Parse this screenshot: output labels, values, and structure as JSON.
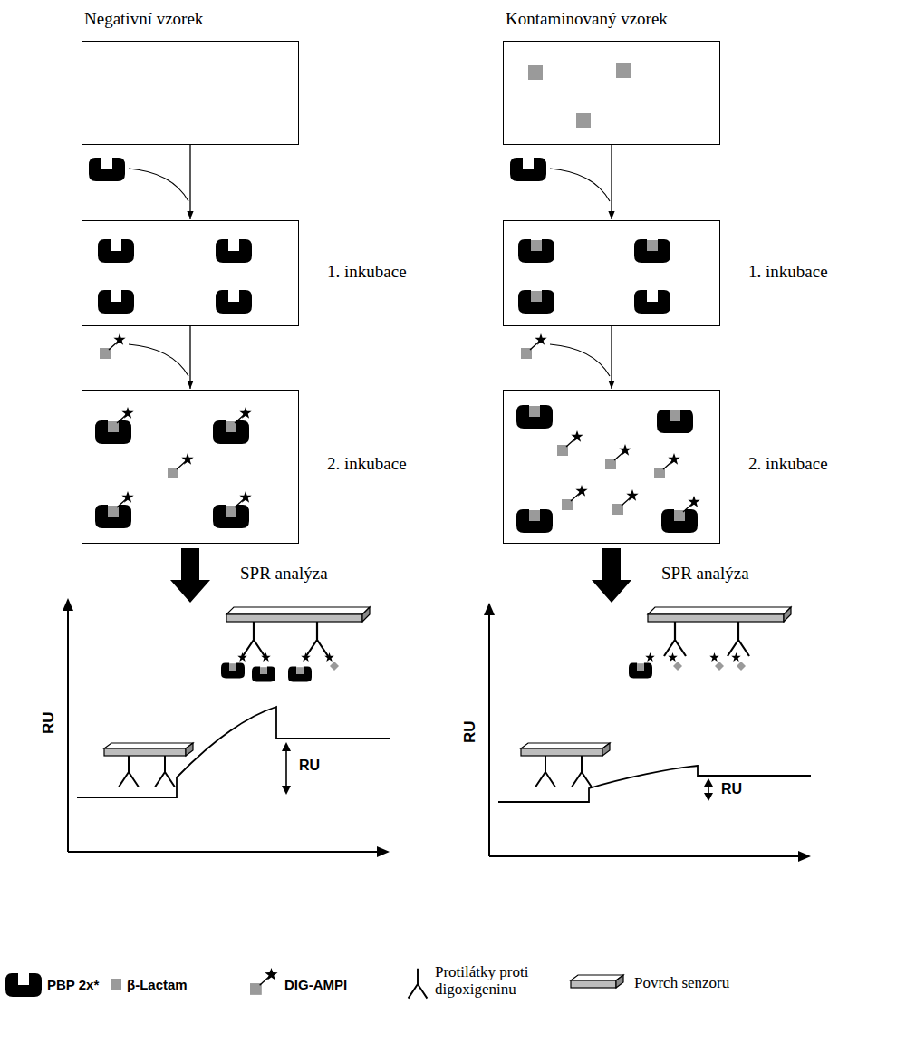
{
  "diagram": {
    "nodes": [
      {
        "text": [
          "Negativní vzorek"
        ]
      },
      {
        "text": [
          "1. inkubace"
        ]
      },
      {
        "text": [
          "2. inkubace"
        ]
      },
      {
        "text": [
          "Kontaminovaný vzorek"
        ]
      },
      {
        "text": [
          "1. inkubace"
        ]
      },
      {
        "text": [
          "2. inkubace"
        ]
      }
    ],
    "edges": [
      {
        "from": 0,
        "to": 1,
        "arrow": "to"
      },
      {
        "from": 1,
        "to": 2,
        "arrow": "to"
      },
      {
        "from": 3,
        "to": 4,
        "arrow": "to"
      },
      {
        "from": 4,
        "to": 5,
        "arrow": "to"
      }
    ],
    "labels": [
      "SPR analýza",
      "SPR analýza",
      "RU",
      "RU",
      "RU",
      "RU"
    ],
    "legend": [
      {
        "text": "PBP 2x*"
      },
      {
        "text": "β-Lactam"
      },
      {
        "text": "DIG-AMPI"
      },
      {
        "text": "Protilátky proti digoxigeninu"
      },
      {
        "text": "Povrch senzoru"
      }
    ]
  }
}
